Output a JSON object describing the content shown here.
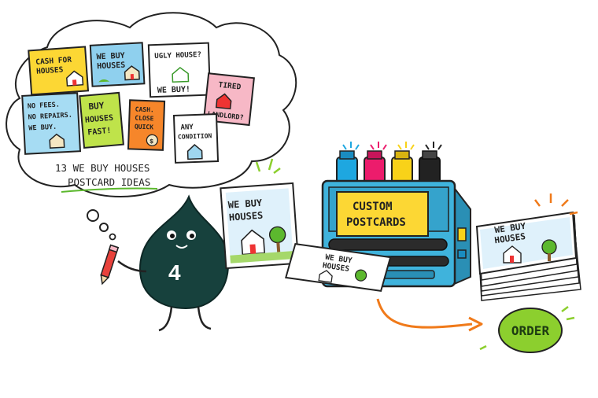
{
  "thought_bubble": {
    "cards": [
      {
        "id": "cash-for-houses",
        "lines": [
          "CASH FOR",
          "HOUSES"
        ]
      },
      {
        "id": "we-buy-houses",
        "lines": [
          "WE BUY",
          "HOUSES"
        ]
      },
      {
        "id": "ugly-house",
        "lines": [
          "UGLY HOUSE?",
          "WE BUY!"
        ]
      },
      {
        "id": "tired-landlord",
        "lines": [
          "TIRED",
          "LANDLORD?"
        ]
      },
      {
        "id": "no-fees",
        "lines": [
          "NO FEES.",
          "NO REPAIRS.",
          "WE BUY."
        ]
      },
      {
        "id": "buy-houses-fast",
        "lines": [
          "BUY",
          "HOUSES",
          "FAST!"
        ]
      },
      {
        "id": "cash-close-quick",
        "lines": [
          "CASH.",
          "CLOSE",
          "QUICK"
        ]
      },
      {
        "id": "any-condition",
        "lines": [
          "ANY",
          "CONDITION"
        ]
      }
    ],
    "caption": [
      "13 WE BUY HOUSES",
      "POSTCARD IDEAS"
    ]
  },
  "mascot": {
    "number": "4"
  },
  "held_postcard": {
    "lines": [
      "WE BUY",
      "HOUSES"
    ]
  },
  "printer": {
    "label": [
      "CUSTOM",
      "POSTCARDS"
    ],
    "ink_colors": [
      "#1ea7e0",
      "#ec1c6c",
      "#f8d219",
      "#222222"
    ]
  },
  "printed_postcard": {
    "lines": [
      "WE BUY",
      "HOUSES"
    ]
  },
  "stack": {
    "lines": [
      "WE BUY",
      "HOUSES"
    ]
  },
  "order_button": {
    "label": "ORDER"
  },
  "colors": {
    "accent_orange": "#f07a1a",
    "order_green": "#8ccf2e",
    "printer_blue": "#3fb3dc",
    "label_yellow": "#fcd734",
    "mascot": "#17413d"
  }
}
